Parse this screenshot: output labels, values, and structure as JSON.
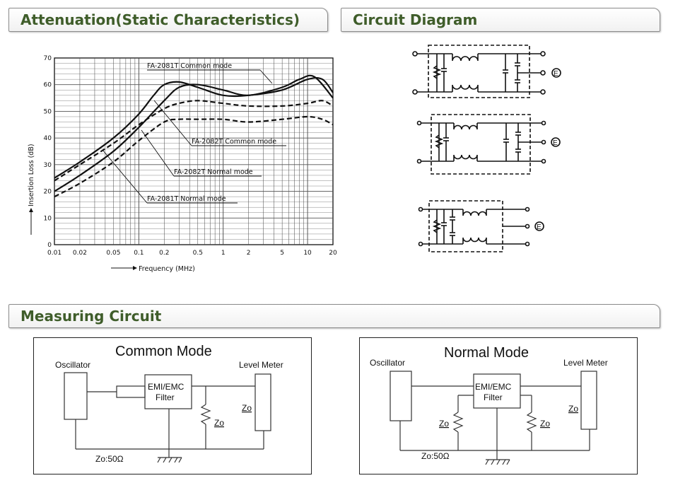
{
  "sections": {
    "attenuation": "Attenuation(Static Characteristics)",
    "circuit_diagram": "Circuit Diagram",
    "measuring_circuit": "Measuring Circuit"
  },
  "chart_data": {
    "type": "line",
    "xlabel": "Frequency (MHz)",
    "ylabel": "Insertion Loss (dB)",
    "x_scale": "log",
    "xlim": [
      0.01,
      20
    ],
    "ylim": [
      0,
      70
    ],
    "x_ticks": [
      {
        "v": 0.01,
        "label": "0.01"
      },
      {
        "v": 0.02,
        "label": "0.02"
      },
      {
        "v": 0.05,
        "label": "0.05"
      },
      {
        "v": 0.1,
        "label": "0.1"
      },
      {
        "v": 0.2,
        "label": "0.2"
      },
      {
        "v": 0.5,
        "label": "0.5"
      },
      {
        "v": 1,
        "label": "1"
      },
      {
        "v": 2,
        "label": "2"
      },
      {
        "v": 5,
        "label": "5"
      },
      {
        "v": 10,
        "label": "10"
      },
      {
        "v": 20,
        "label": "20"
      }
    ],
    "y_ticks": [
      0,
      10,
      20,
      30,
      40,
      50,
      60,
      70
    ],
    "grid": true,
    "series": [
      {
        "name": "FA-2081T Common mode",
        "style": "solid",
        "x": [
          0.01,
          0.02,
          0.05,
          0.1,
          0.15,
          0.2,
          0.3,
          0.5,
          1,
          2,
          5,
          10,
          15,
          20
        ],
        "y": [
          25,
          31,
          40,
          49,
          56,
          60,
          61,
          59,
          56,
          56,
          58,
          62,
          62,
          57
        ]
      },
      {
        "name": "FA-2082T Common mode",
        "style": "solid",
        "x": [
          0.01,
          0.02,
          0.05,
          0.1,
          0.2,
          0.3,
          0.5,
          1,
          2,
          5,
          8,
          12,
          20
        ],
        "y": [
          20,
          26,
          35,
          44,
          54,
          59,
          60,
          58,
          56,
          59,
          62,
          63,
          55
        ]
      },
      {
        "name": "FA-2082T Normal mode",
        "style": "dashed",
        "x": [
          0.01,
          0.02,
          0.05,
          0.1,
          0.2,
          0.3,
          0.5,
          1,
          2,
          5,
          10,
          15,
          20
        ],
        "y": [
          24,
          30,
          38,
          45,
          51,
          53,
          54,
          53,
          52,
          52,
          53,
          54,
          52
        ]
      },
      {
        "name": "FA-2081T Normal mode",
        "style": "dashed",
        "x": [
          0.01,
          0.02,
          0.05,
          0.1,
          0.2,
          0.3,
          0.5,
          1,
          2,
          5,
          10,
          15,
          20
        ],
        "y": [
          18,
          23,
          31,
          39,
          46,
          47,
          47,
          47,
          46,
          47,
          48,
          47,
          45
        ]
      }
    ]
  },
  "circuits": {
    "terminal_label": "E"
  },
  "measuring": {
    "common": {
      "title": "Common Mode",
      "oscillator": "Oscillator",
      "level_meter": "Level Meter",
      "filter_line1": "EMI/EMC",
      "filter_line2": "Filter",
      "zo_label": "Zo",
      "zo_load": "Zo",
      "zo_value": "Zo:50Ω"
    },
    "normal": {
      "title": "Normal Mode",
      "oscillator": "Oscillator",
      "level_meter": "Level Meter",
      "filter_line1": "EMI/EMC",
      "filter_line2": "Filter",
      "zo_left": "Zo",
      "zo_right": "Zo",
      "zo_meter": "Zo",
      "zo_value": "Zo:50Ω"
    }
  }
}
